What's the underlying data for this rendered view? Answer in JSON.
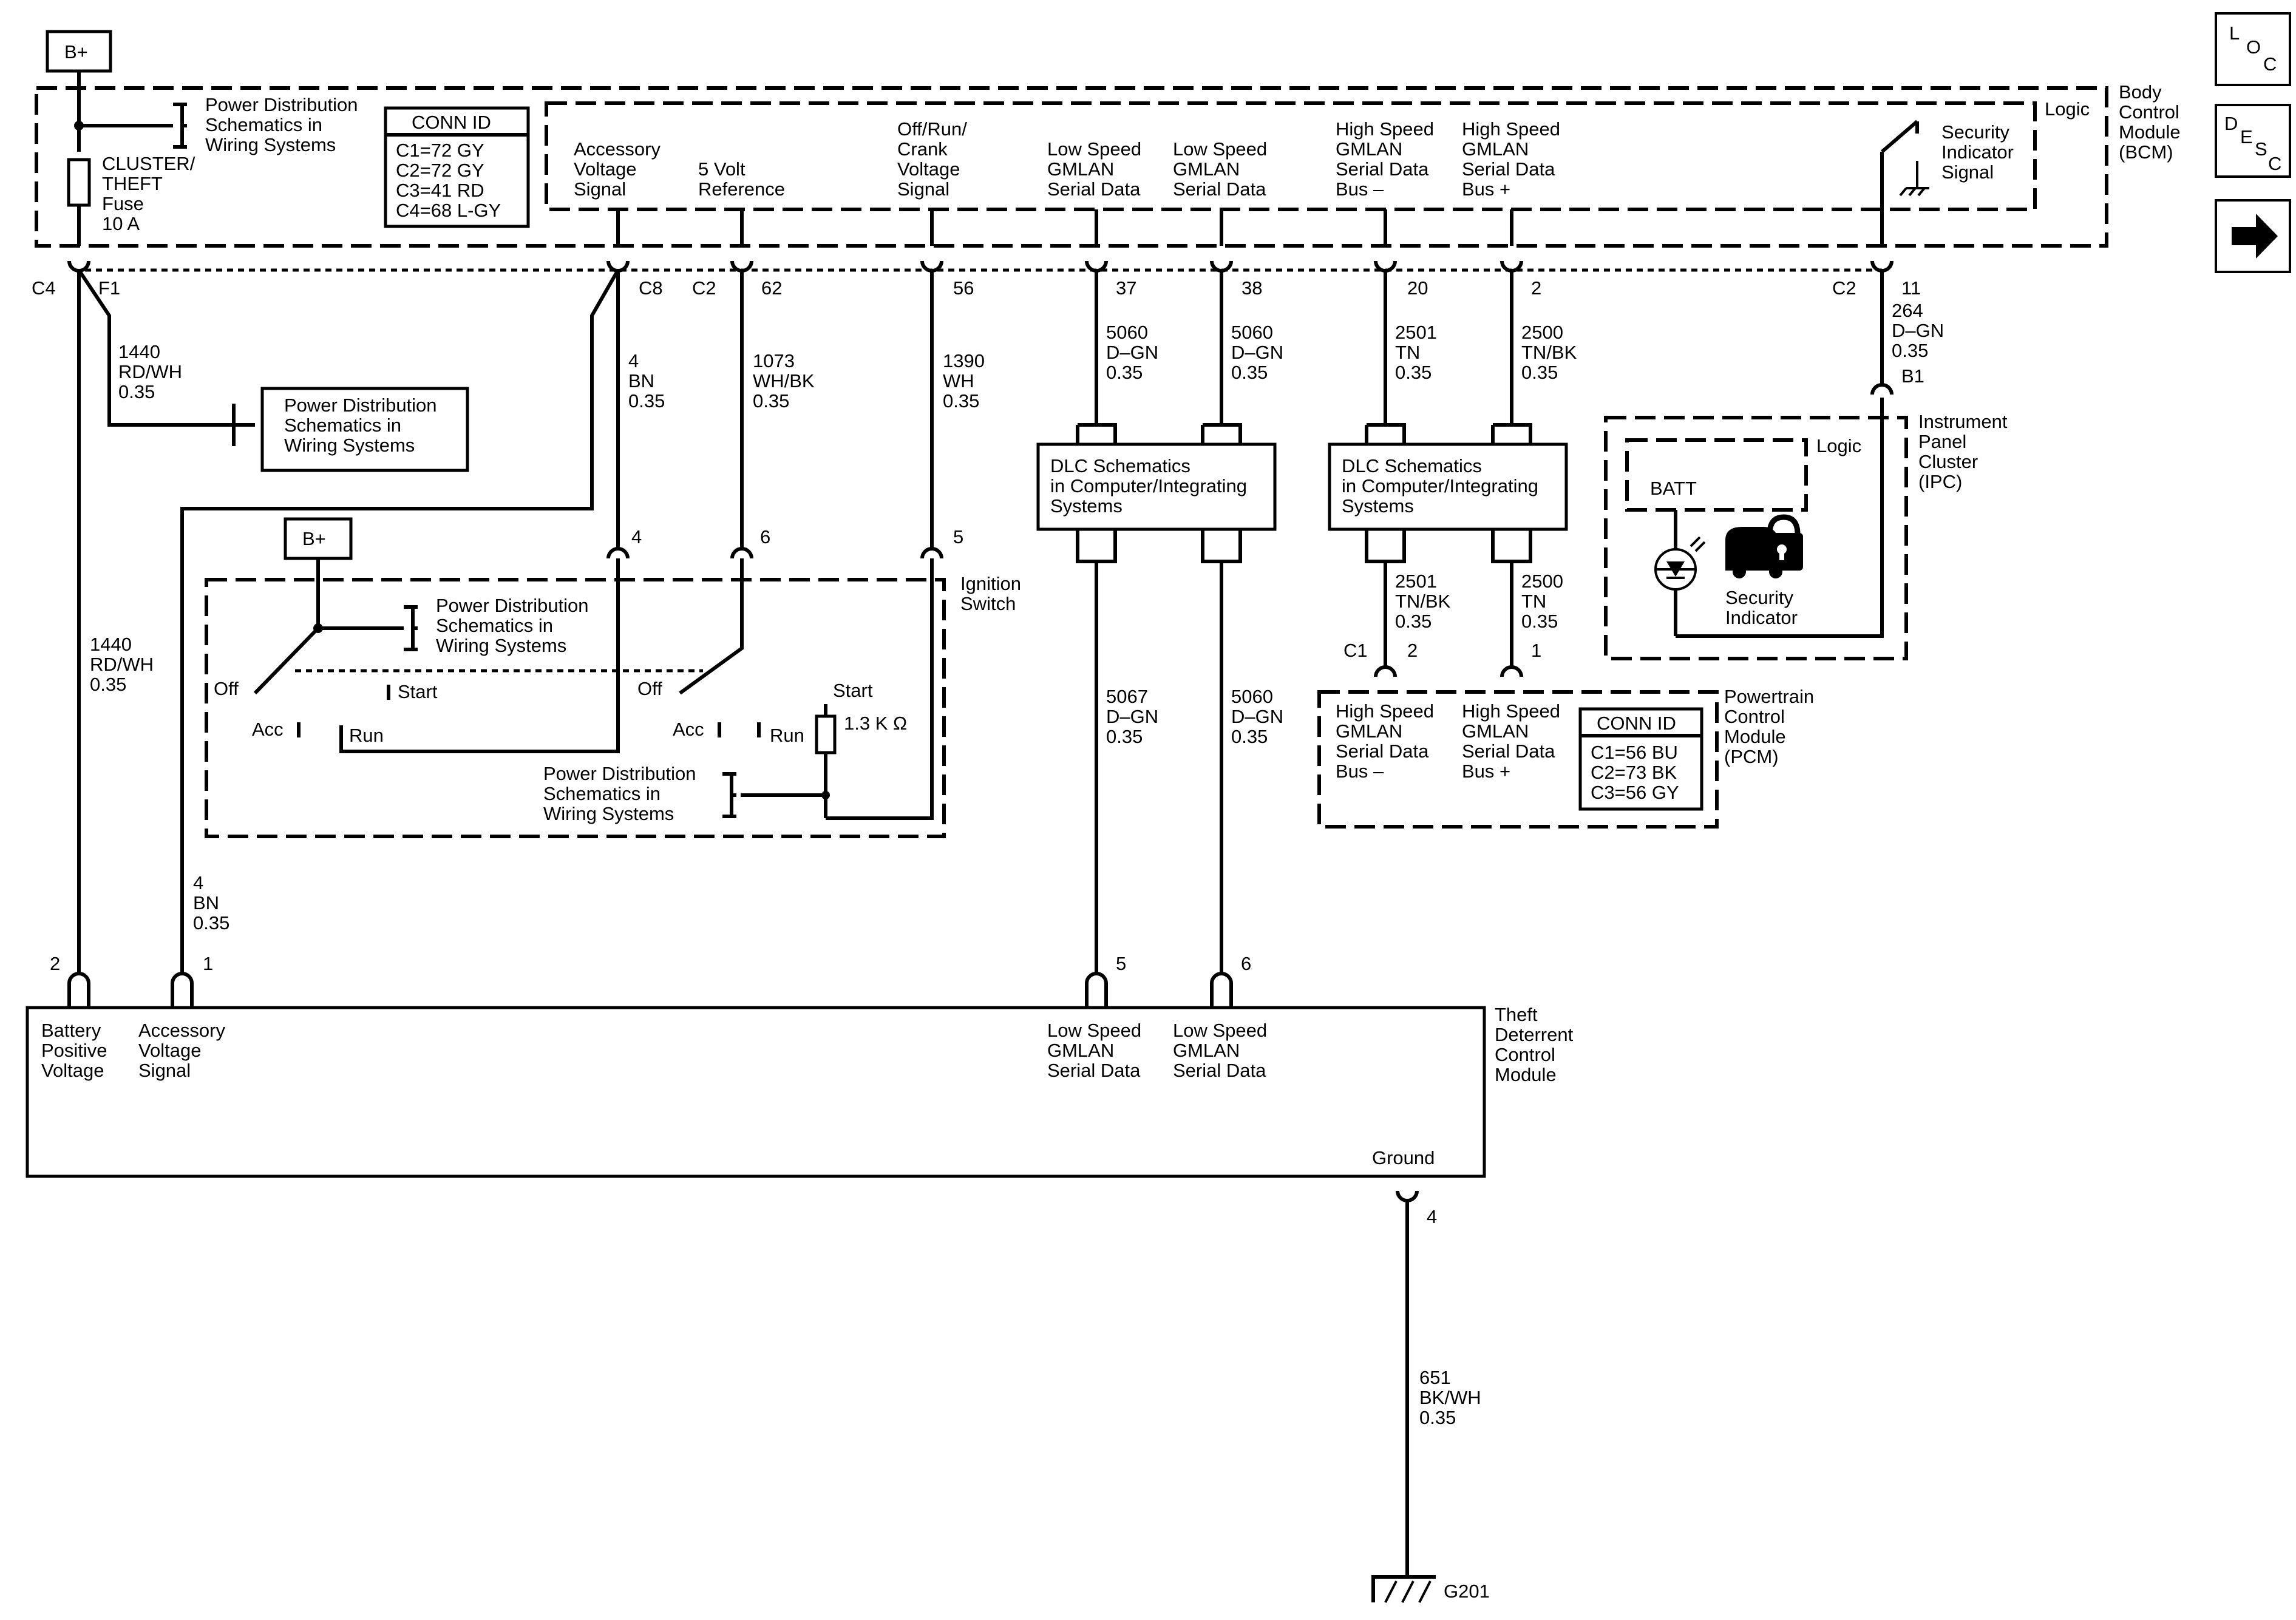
{
  "bplus_label": "B+",
  "nav": {
    "loc": [
      "L",
      "O",
      "C"
    ],
    "desc": [
      "D",
      "E",
      "S",
      "C"
    ],
    "next_icon": "arrow-right-icon"
  },
  "bcm": {
    "name": [
      "Body",
      "Control",
      "Module",
      "(BCM)"
    ],
    "logic": "Logic",
    "power_dist": [
      "Power Distribution",
      "Schematics in",
      "Wiring Systems"
    ],
    "fuse": [
      "CLUSTER/",
      "THEFT",
      "Fuse",
      "10 A"
    ],
    "conn_id_title": "CONN ID",
    "conn_ids": [
      "C1=72 GY",
      "C2=72 GY",
      "C3=41 RD",
      "C4=68 L-GY"
    ],
    "signals": {
      "acc": [
        "Accessory",
        "Voltage",
        "Signal"
      ],
      "ref5v": [
        "5 Volt",
        "Reference"
      ],
      "orc": [
        "Off/Run/",
        "Crank",
        "Voltage",
        "Signal"
      ],
      "ls1": [
        "Low Speed",
        "GMLAN",
        "Serial Data"
      ],
      "ls2": [
        "Low Speed",
        "GMLAN",
        "Serial Data"
      ],
      "hsm": [
        "High Speed",
        "GMLAN",
        "Serial Data",
        "Bus –"
      ],
      "hsp": [
        "High Speed",
        "GMLAN",
        "Serial Data",
        "Bus +"
      ],
      "sec": [
        "Security",
        "Indicator",
        "Signal"
      ]
    },
    "pins": {
      "c4": "C4",
      "f1": "F1",
      "c8": "C8",
      "c2a": "C2",
      "p62": "62",
      "p56": "56",
      "p37": "37",
      "p38": "38",
      "p20": "20",
      "p2": "2",
      "c2b": "C2",
      "p11": "11"
    }
  },
  "wires": {
    "w1440a": [
      "1440",
      "RD/WH",
      "0.35"
    ],
    "w4a": [
      "4",
      "BN",
      "0.35"
    ],
    "w1073": [
      "1073",
      "WH/BK",
      "0.35"
    ],
    "w1390": [
      "1390",
      "WH",
      "0.35"
    ],
    "w5060a": [
      "5060",
      "D–GN",
      "0.35"
    ],
    "w5060b": [
      "5060",
      "D–GN",
      "0.35"
    ],
    "w2501a": [
      "2501",
      "TN",
      "0.35"
    ],
    "w2500a": [
      "2500",
      "TN/BK",
      "0.35"
    ],
    "w264": [
      "264",
      "D–GN",
      "0.35"
    ],
    "w1440b": [
      "1440",
      "RD/WH",
      "0.35"
    ],
    "w4b": [
      "4",
      "BN",
      "0.35"
    ],
    "w5067": [
      "5067",
      "D–GN",
      "0.35"
    ],
    "w5060c": [
      "5060",
      "D–GN",
      "0.35"
    ],
    "w2501b": [
      "2501",
      "TN/BK",
      "0.35"
    ],
    "w2500b": [
      "2500",
      "TN",
      "0.35"
    ],
    "w651": [
      "651",
      "BK/WH",
      "0.35"
    ]
  },
  "pd_box": [
    "Power Distribution",
    "Schematics in",
    "Wiring Systems"
  ],
  "ignition": {
    "name": [
      "Ignition",
      "Switch"
    ],
    "pins": [
      "4",
      "6",
      "5"
    ],
    "pd1": [
      "Power Distribution",
      "Schematics in",
      "Wiring Systems"
    ],
    "pd2": [
      "Power Distribution",
      "Schematics in",
      "Wiring Systems"
    ],
    "off1": "Off",
    "start1": "Start",
    "acc1": "Acc",
    "run1": "Run",
    "off2": "Off",
    "start2": "Start",
    "acc2": "Acc",
    "run2": "Run",
    "resistor": "1.3 K Ω"
  },
  "dlc1": [
    "DLC Schematics",
    "in Computer/Integrating",
    "Systems"
  ],
  "dlc2": [
    "DLC Schematics",
    "in Computer/Integrating",
    "Systems"
  ],
  "ipc": {
    "name": [
      "Instrument",
      "Panel",
      "Cluster",
      "(IPC)"
    ],
    "pin": "B1",
    "logic": "Logic",
    "batt": "BATT",
    "indicator": [
      "Security",
      "Indicator"
    ]
  },
  "pcm": {
    "name": [
      "Powertrain",
      "Control",
      "Module",
      "(PCM)"
    ],
    "c1": "C1",
    "pin2": "2",
    "pin1": "1",
    "hsm": [
      "High Speed",
      "GMLAN",
      "Serial Data",
      "Bus –"
    ],
    "hsp": [
      "High Speed",
      "GMLAN",
      "Serial Data",
      "Bus +"
    ],
    "conn_id_title": "CONN ID",
    "conn_ids": [
      "C1=56 BU",
      "C2=73 BK",
      "C3=56 GY"
    ]
  },
  "tdm": {
    "name": [
      "Theft",
      "Deterrent",
      "Control",
      "Module"
    ],
    "pins": {
      "p2": "2",
      "p1": "1",
      "p5": "5",
      "p6": "6",
      "p4": "4"
    },
    "batt": [
      "Battery",
      "Positive",
      "Voltage"
    ],
    "acc": [
      "Accessory",
      "Voltage",
      "Signal"
    ],
    "ls1": [
      "Low Speed",
      "GMLAN",
      "Serial Data"
    ],
    "ls2": [
      "Low Speed",
      "GMLAN",
      "Serial Data"
    ],
    "ground": "Ground"
  },
  "ground_label": "G201"
}
